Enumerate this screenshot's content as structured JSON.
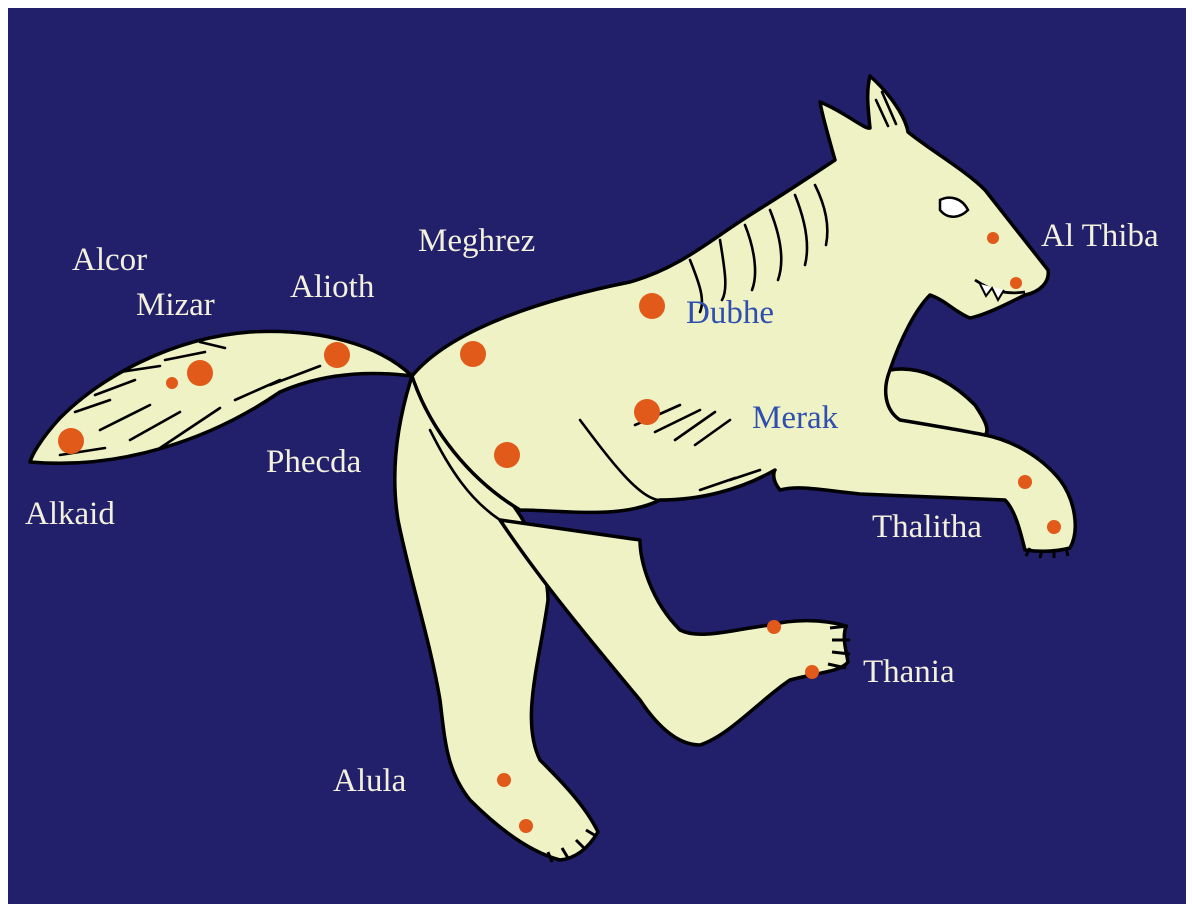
{
  "colors": {
    "sky": "#221f6b",
    "bear": "#eef2c4",
    "star": "#e15a19",
    "label_light": "#f3f1dc",
    "label_dark": "#2f4fb0"
  },
  "labels": {
    "alcor": "Alcor",
    "mizar": "Mizar",
    "alioth": "Alioth",
    "meghrez": "Meghrez",
    "dubhe": "Dubhe",
    "merak": "Merak",
    "phecda": "Phecda",
    "alkaid": "Alkaid",
    "al_thiba": "Al Thiba",
    "thalitha": "Thalitha",
    "thania": "Thania",
    "alula": "Alula"
  }
}
